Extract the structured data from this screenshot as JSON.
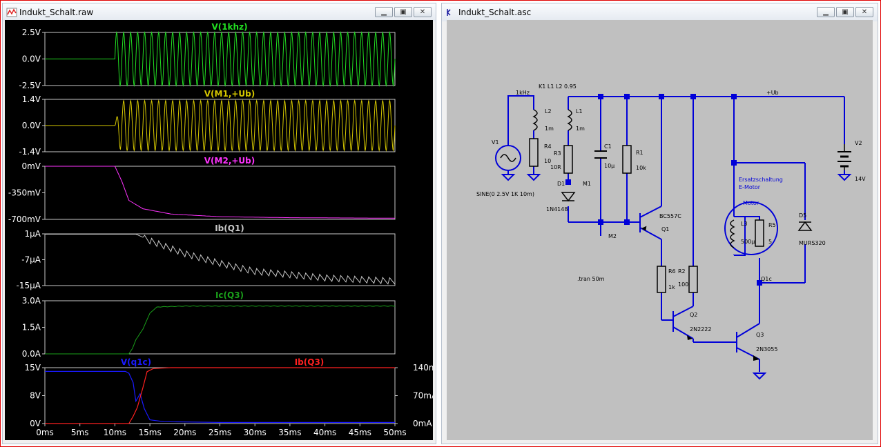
{
  "wave_window": {
    "title": "Indukt_Schalt.raw"
  },
  "schem_window": {
    "title": "Indukt_Schalt.asc"
  },
  "window_buttons": {
    "minimize": "▁",
    "maximize": "▣",
    "close": "✕"
  },
  "colors": {
    "green": "#22e022",
    "yellow": "#d6c800",
    "magenta": "#ff33ff",
    "gray": "#c8c8c8",
    "darkgreen": "#1aa01a",
    "blue": "#1a1aff",
    "red": "#ff2020",
    "wire": "#0000d8"
  },
  "chart_data": [
    {
      "type": "line",
      "title": "V(1khz)",
      "series": [
        {
          "name": "V(1khz)",
          "description": "sine 2.5V 1kHz starting at 10ms"
        }
      ],
      "yticks": [
        "2.5V",
        "0.0V",
        "-2.5V"
      ],
      "ylim": [
        -2.5,
        2.5
      ],
      "xlim": [
        0,
        50
      ]
    },
    {
      "type": "line",
      "title": "V(M1,+Ub)",
      "series": [
        {
          "name": "V(M1,+Ub)"
        }
      ],
      "yticks": [
        "1.4V",
        "0.0V",
        "-1.4V"
      ],
      "ylim": [
        -1.4,
        1.4
      ],
      "xlim": [
        0,
        50
      ]
    },
    {
      "type": "line",
      "title": "V(M2,+Ub)",
      "series": [
        {
          "name": "V(M2,+Ub)",
          "points": [
            [
              0,
              0
            ],
            [
              10,
              0
            ],
            [
              11,
              -200
            ],
            [
              12,
              -450
            ],
            [
              14,
              -560
            ],
            [
              18,
              -630
            ],
            [
              25,
              -665
            ],
            [
              35,
              -678
            ],
            [
              50,
              -685
            ]
          ]
        }
      ],
      "yticks": [
        "0mV",
        "-350mV",
        "-700mV"
      ],
      "ylim": [
        -700,
        0
      ],
      "xlim": [
        0,
        50
      ]
    },
    {
      "type": "line",
      "title": "Ib(Q1)",
      "series": [
        {
          "name": "Ib(Q1)",
          "points": [
            [
              0,
              0.9
            ],
            [
              13,
              0.9
            ],
            [
              15,
              -1
            ],
            [
              20,
              -5
            ],
            [
              25,
              -8
            ],
            [
              30,
              -10.5
            ],
            [
              40,
              -12.5
            ],
            [
              50,
              -13.5
            ]
          ]
        }
      ],
      "yticks": [
        "1µA",
        "-7µA",
        "-15µA"
      ],
      "ylim": [
        -15,
        1
      ],
      "xlim": [
        0,
        50
      ]
    },
    {
      "type": "line",
      "title": "Ic(Q3)",
      "series": [
        {
          "name": "Ic(Q3)",
          "points": [
            [
              0,
              0
            ],
            [
              12,
              0
            ],
            [
              12.5,
              0.3
            ],
            [
              13,
              0.8
            ],
            [
              14,
              1.4
            ],
            [
              15,
              2.3
            ],
            [
              16,
              2.65
            ],
            [
              20,
              2.7
            ],
            [
              50,
              2.7
            ]
          ]
        }
      ],
      "yticks": [
        "3.0A",
        "1.5A",
        "0.0A"
      ],
      "ylim": [
        0,
        3
      ],
      "xlim": [
        0,
        50
      ]
    },
    {
      "type": "line",
      "series": [
        {
          "name": "V(q1c)",
          "axis": "left",
          "points": [
            [
              0,
              14
            ],
            [
              11.5,
              14
            ],
            [
              12,
              13.5
            ],
            [
              12.6,
              11
            ],
            [
              13,
              6
            ],
            [
              13.6,
              8
            ],
            [
              14.2,
              4
            ],
            [
              15,
              1
            ],
            [
              17,
              0.5
            ],
            [
              25,
              0.3
            ],
            [
              50,
              0.3
            ]
          ]
        },
        {
          "name": "Ib(Q3)",
          "axis": "right",
          "points": [
            [
              0,
              0
            ],
            [
              12,
              0
            ],
            [
              12.6,
              18
            ],
            [
              13.2,
              40
            ],
            [
              14,
              90
            ],
            [
              14.6,
              130
            ],
            [
              15.5,
              138
            ],
            [
              18,
              140
            ],
            [
              50,
              140
            ]
          ]
        }
      ],
      "yticks": [
        "15V",
        "8V",
        "0V"
      ],
      "ylim": [
        0,
        15
      ],
      "y2ticks": [
        "140mA",
        "70mA",
        "0mA"
      ],
      "y2lim": [
        0,
        140
      ],
      "xticks": [
        "0ms",
        "5ms",
        "10ms",
        "15ms",
        "20ms",
        "25ms",
        "30ms",
        "35ms",
        "40ms",
        "45ms",
        "50ms"
      ],
      "xlim": [
        0,
        50
      ]
    }
  ],
  "schematic": {
    "labels": {
      "k1": "K1 L1 L2 0.95",
      "n1khz": "1kHz",
      "ub": "+Ub",
      "l2": "L2",
      "l2v": "1m",
      "l1": "L1",
      "l1v": "1m",
      "r4": "R4",
      "r4v": "10",
      "r3": "R3",
      "r3v": "10R",
      "c1": "C1",
      "c1v": "10µ",
      "r1": "R1",
      "r1v": "10k",
      "d1": "D1",
      "m1": "M1",
      "d1v": "1N4148",
      "v1": "V1",
      "v1v": "SINE(0 2.5V 1K 10m)",
      "v2": "V2",
      "v2v": "14V",
      "q1v": "BC557C",
      "q1": "Q1",
      "m2": "M2",
      "r6": "R6",
      "r6v": "1k",
      "r2": "R2",
      "r2v": "100",
      "q2": "Q2",
      "q2v": "2N2222",
      "q3": "Q3",
      "q3v": "2N3055",
      "tran": ".tran 50m",
      "ersatz": "Ersatzschaltung",
      "emotor": "E-Motor",
      "motor": "Motor",
      "l3": "L3",
      "l3v": "500µ",
      "r5": "R5",
      "r5v": "5",
      "d5": "D5",
      "d5v": "MURS320",
      "q1c": "Q1c"
    }
  }
}
